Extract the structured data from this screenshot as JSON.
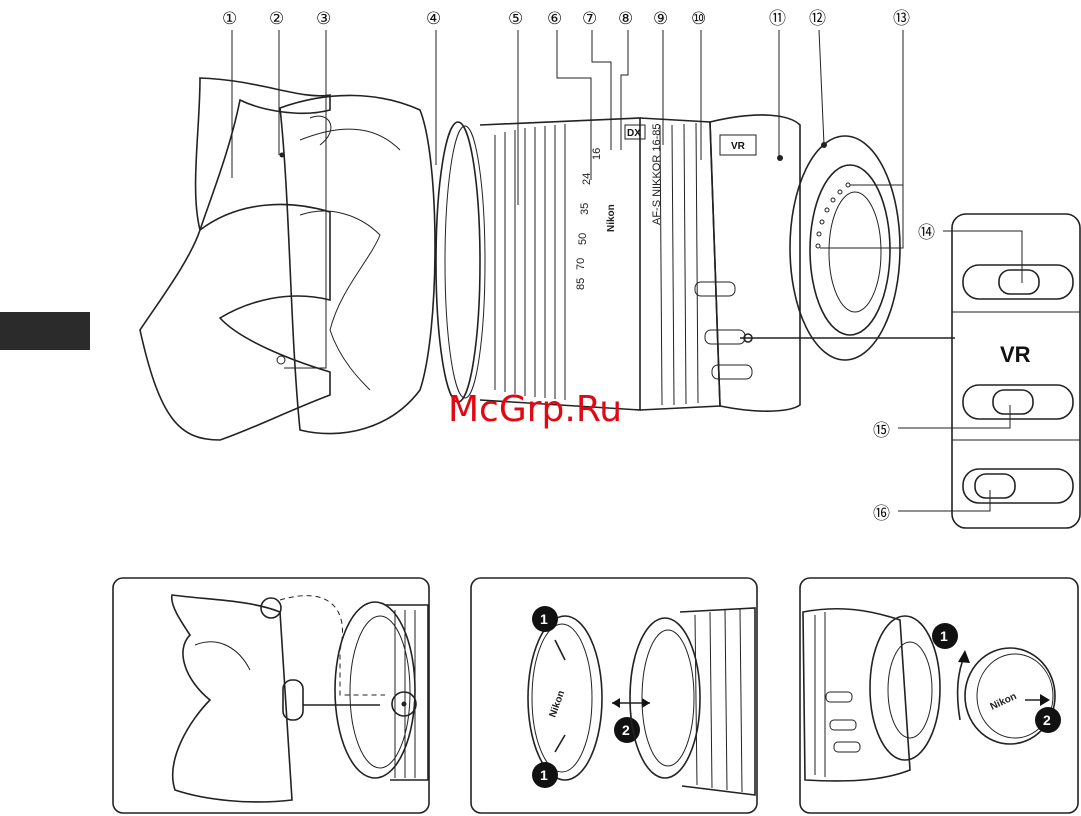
{
  "callouts": [
    {
      "id": 1,
      "label": "①"
    },
    {
      "id": 2,
      "label": "②"
    },
    {
      "id": 3,
      "label": "③"
    },
    {
      "id": 4,
      "label": "④"
    },
    {
      "id": 5,
      "label": "⑤"
    },
    {
      "id": 6,
      "label": "⑥"
    },
    {
      "id": 7,
      "label": "⑦"
    },
    {
      "id": 8,
      "label": "⑧"
    },
    {
      "id": 9,
      "label": "⑨"
    },
    {
      "id": 10,
      "label": "⑩"
    },
    {
      "id": 11,
      "label": "⑪"
    },
    {
      "id": 12,
      "label": "⑫"
    },
    {
      "id": 13,
      "label": "⑬"
    },
    {
      "id": 14,
      "label": "⑭"
    },
    {
      "id": 15,
      "label": "⑮"
    },
    {
      "id": 16,
      "label": "⑯"
    }
  ],
  "zoom_scale": [
    "24",
    "35",
    "50",
    "70",
    "85",
    "16"
  ],
  "lens_labels": {
    "brand": "Nikon",
    "vr_badge": "VR",
    "model_text": "AF-S NIKKOR 16-85",
    "dx_badge": "DX"
  },
  "inset": {
    "vr_label": "VR"
  },
  "panels": {
    "cap_brand": "Nikon",
    "step_one": "1",
    "step_two": "2"
  },
  "watermark": "McGrp.Ru",
  "colors": {
    "line": "#222222",
    "watermark": "#e30613",
    "side_tab": "#2b2b2b",
    "inset_bg": "#f0f0f0"
  }
}
